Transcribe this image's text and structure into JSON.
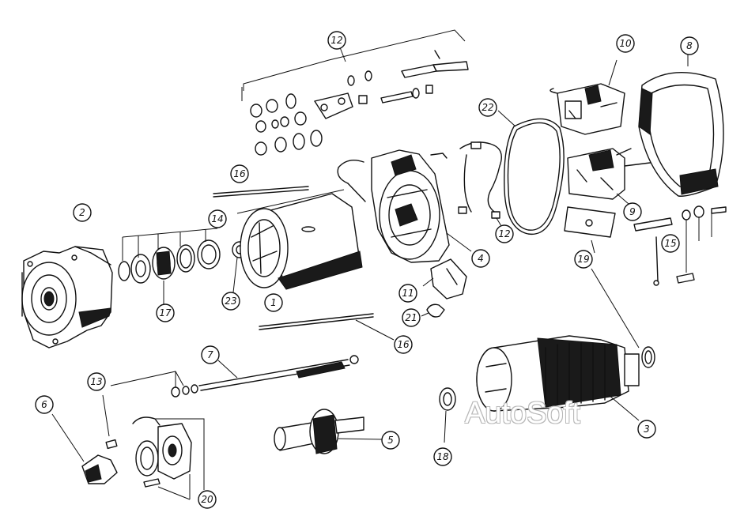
{
  "diagram": {
    "watermark": "AutoSoft",
    "callouts": [
      {
        "id": "c1",
        "label": "1"
      },
      {
        "id": "c2",
        "label": "2"
      },
      {
        "id": "c3",
        "label": "3"
      },
      {
        "id": "c4",
        "label": "4"
      },
      {
        "id": "c5",
        "label": "5"
      },
      {
        "id": "c6",
        "label": "6"
      },
      {
        "id": "c7",
        "label": "7"
      },
      {
        "id": "c8",
        "label": "8"
      },
      {
        "id": "c9",
        "label": "9"
      },
      {
        "id": "c10",
        "label": "10"
      },
      {
        "id": "c11",
        "label": "11"
      },
      {
        "id": "c12a",
        "label": "12"
      },
      {
        "id": "c12b",
        "label": "12"
      },
      {
        "id": "c13",
        "label": "13"
      },
      {
        "id": "c14",
        "label": "14"
      },
      {
        "id": "c15",
        "label": "15"
      },
      {
        "id": "c16a",
        "label": "16"
      },
      {
        "id": "c16b",
        "label": "16"
      },
      {
        "id": "c17",
        "label": "17"
      },
      {
        "id": "c18",
        "label": "18"
      },
      {
        "id": "c19",
        "label": "19"
      },
      {
        "id": "c20",
        "label": "20"
      },
      {
        "id": "c21",
        "label": "21"
      },
      {
        "id": "c22",
        "label": "22"
      },
      {
        "id": "c23",
        "label": "23"
      }
    ]
  }
}
